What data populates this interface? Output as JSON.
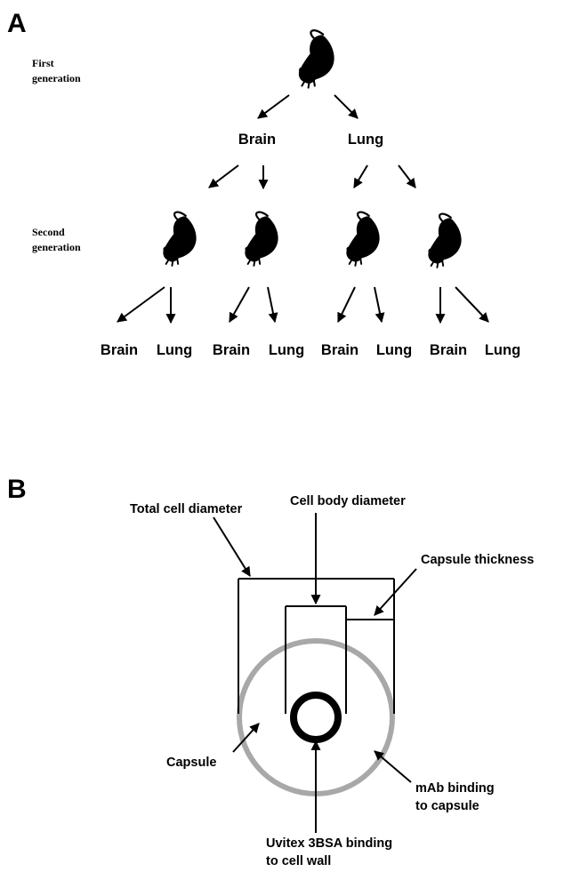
{
  "panel_a": {
    "letter": "A",
    "first_generation": [
      "First",
      "generation"
    ],
    "second_generation": [
      "Second",
      "generation"
    ],
    "first_organs": [
      "Brain",
      "Lung"
    ],
    "second_organs": [
      "Brain",
      "Lung",
      "Brain",
      "Lung",
      "Brain",
      "Lung",
      "Brain",
      "Lung"
    ]
  },
  "panel_b": {
    "letter": "B",
    "labels": {
      "total_cell_diameter": "Total cell diameter",
      "cell_body_diameter": "Cell body diameter",
      "capsule_thickness": "Capsule thickness",
      "capsule": "Capsule",
      "mab_binding": [
        "mAb binding",
        "to capsule"
      ],
      "uvitex_binding": [
        "Uvitex 3BSA binding",
        "to cell wall"
      ]
    },
    "colors": {
      "capsule_ring": "#a8a8a8",
      "cell_wall_ring": "#000000"
    }
  }
}
